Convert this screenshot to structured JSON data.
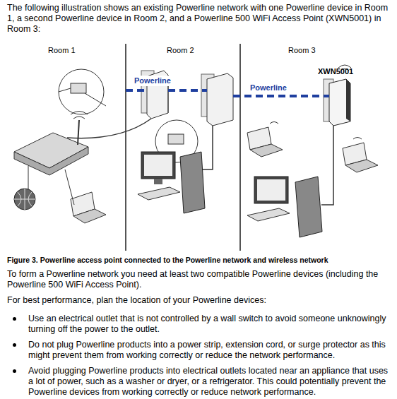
{
  "diagram": {
    "caption": "Figure 3. Powerline access point connected to the Powerline network and wireless network",
    "labels": [
      "The following illustration shows an existing Powerline network with one Powerline device in Room 1, a second Powerline device in Room 2, and a Powerline 500 WiFi Access Point (XWN5001) in Room 3:",
      "Room 1",
      "Room 2",
      "Room 3",
      "Powerline",
      "Powerline",
      "XWN5001",
      "To form a Powerline network you need at least two compatible Powerline devices (including the Powerline 500 WiFi Access Point).",
      "For best performance, plan the location of your Powerline devices:",
      "Use an electrical outlet that is not controlled by a wall switch to avoid someone unknowingly turning off the power to the outlet.",
      "Do not plug Powerline products into a power strip, extension cord, or surge protector as this might prevent them from working correctly or reduce the network performance.",
      "Avoid plugging Powerline products into electrical outlets located near an appliance that uses a lot of power, such as a washer or dryer, or a refrigerator. This could potentially prevent the Powerline devices from working correctly or reduce network performance."
    ]
  }
}
